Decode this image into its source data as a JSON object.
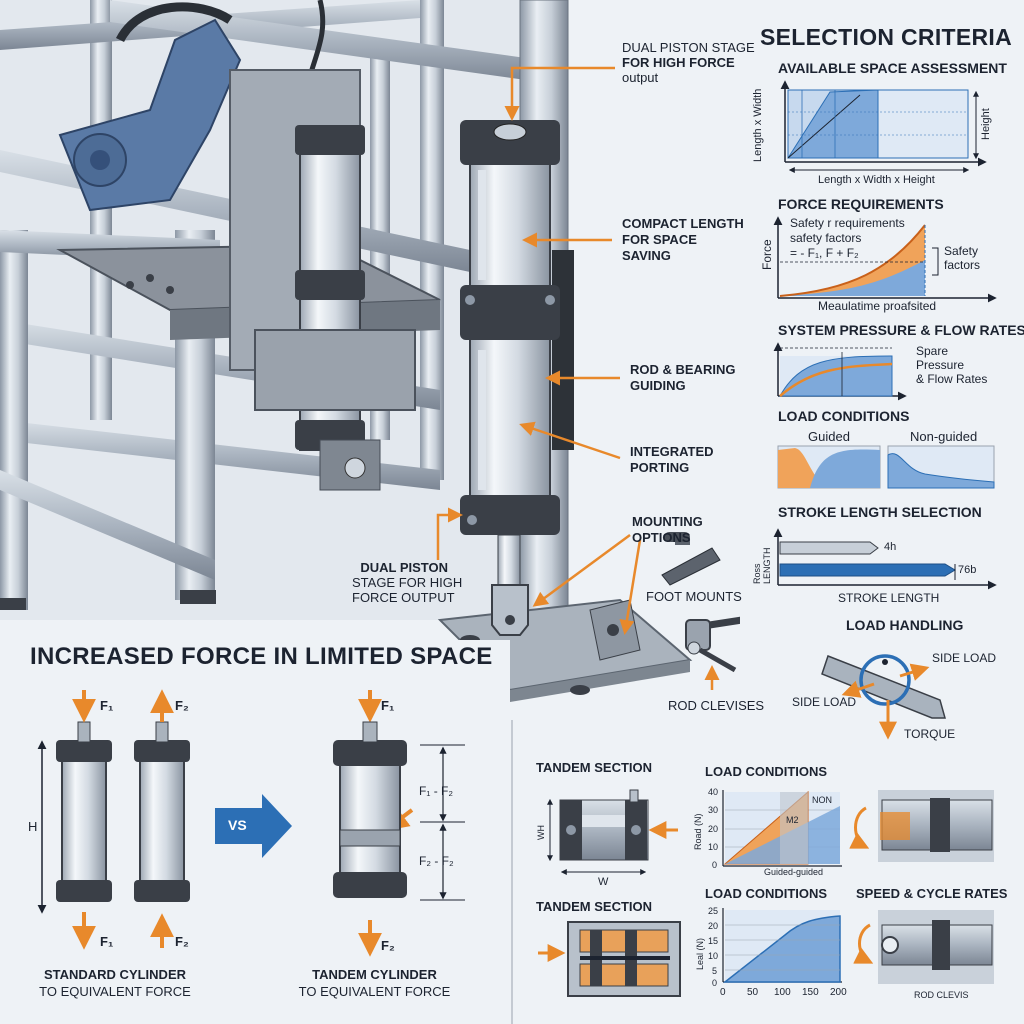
{
  "accent_color": "#e8892b",
  "blue_color": "#2c6fb5",
  "dark_color": "#3a3f47",
  "main_labels": {
    "dual_piston_top": [
      "DUAL PISTON STAGE",
      "FOR HIGH FORCE",
      "output"
    ],
    "compact_length": [
      "COMPACT LENGTH",
      "FOR SPACE",
      "SAVING"
    ],
    "rod_bearing": [
      "ROD & BEARING",
      "GUIDING"
    ],
    "integrated_porting": [
      "INTEGRATED",
      "PORTING"
    ],
    "mounting_options": [
      "MOUNTING",
      "OPTIONS"
    ],
    "dual_piston_bottom": [
      "DUAL PISTON",
      "STAGE FOR HIGH",
      "FORCE OUTPUT"
    ],
    "foot_mounts": "FOOT MOUNTS",
    "rod_clevises": "ROD CLEVISES"
  },
  "selection": {
    "title": "SELECTION CRITERIA",
    "space": {
      "title": "AVAILABLE SPACE ASSESSMENT",
      "y_label": "Length x Width",
      "x_label": "Length x Width x Height",
      "right_label": "Height"
    },
    "force": {
      "title": "FORCE REQUIREMENTS",
      "y_label": "Force",
      "text1": "Safety r requirements",
      "text2": "safety factors",
      "text3": "= - F₁, F + F₂",
      "right_label": [
        "Safety",
        "factors"
      ],
      "x_label": "Meaulatime proafsited"
    },
    "pressure": {
      "title": "SYSTEM PRESSURE & FLOW RATES",
      "right_label": [
        "Spare",
        "Pressure",
        "& Flow Rates"
      ]
    },
    "load": {
      "title": "LOAD CONDITIONS",
      "guided": "Guided",
      "non_guided": "Non-guided"
    },
    "stroke": {
      "title": "STROKE LENGTH SELECTION",
      "y_label": [
        "Ross",
        "LENGTH"
      ],
      "bar1": "4h",
      "bar2": "76b",
      "x_label": "STROKE LENGTH"
    },
    "handling": {
      "title": "LOAD HANDLING",
      "side1": "SIDE LOAD",
      "side2": "SIDE LOAD",
      "torque": "TORQUE"
    }
  },
  "force_section": {
    "title": "INCREASED FORCE IN LIMITED SPACE",
    "f1": "F₁",
    "f2": "F₂",
    "h": "H",
    "vs": "VS",
    "tandem_f1f2": "F₁ - F₂",
    "tandem_f2f2": "F₂ - F₂",
    "standard_caption": [
      "STANDARD CYLINDER",
      "TO EQUIVALENT FORCE"
    ],
    "tandem_caption": [
      "TANDEM CYLINDER",
      "TO EQUIVALENT FORCE"
    ]
  },
  "bottom_right": {
    "tandem1": "TANDEM SECTION",
    "wh": "WH",
    "w": "W",
    "load1": {
      "title": "LOAD CONDITIONS",
      "y_label": "Road (N)",
      "y_ticks": [
        "40",
        "30",
        "20",
        "10",
        "0"
      ],
      "non": "NON",
      "m2": "M2",
      "guided": "Guided-guided"
    },
    "tandem2": "TANDEM SECTION",
    "load2": {
      "title": "LOAD CONDITIONS",
      "y_label": "Leal (N)",
      "y_ticks": [
        "25",
        "20",
        "15",
        "10",
        "5",
        "0"
      ],
      "x_ticks": [
        "0",
        "50",
        "100",
        "150",
        "200"
      ]
    },
    "speed": {
      "title": "SPEED & CYCLE RATES",
      "caption": "ROD CLEVIS"
    }
  }
}
